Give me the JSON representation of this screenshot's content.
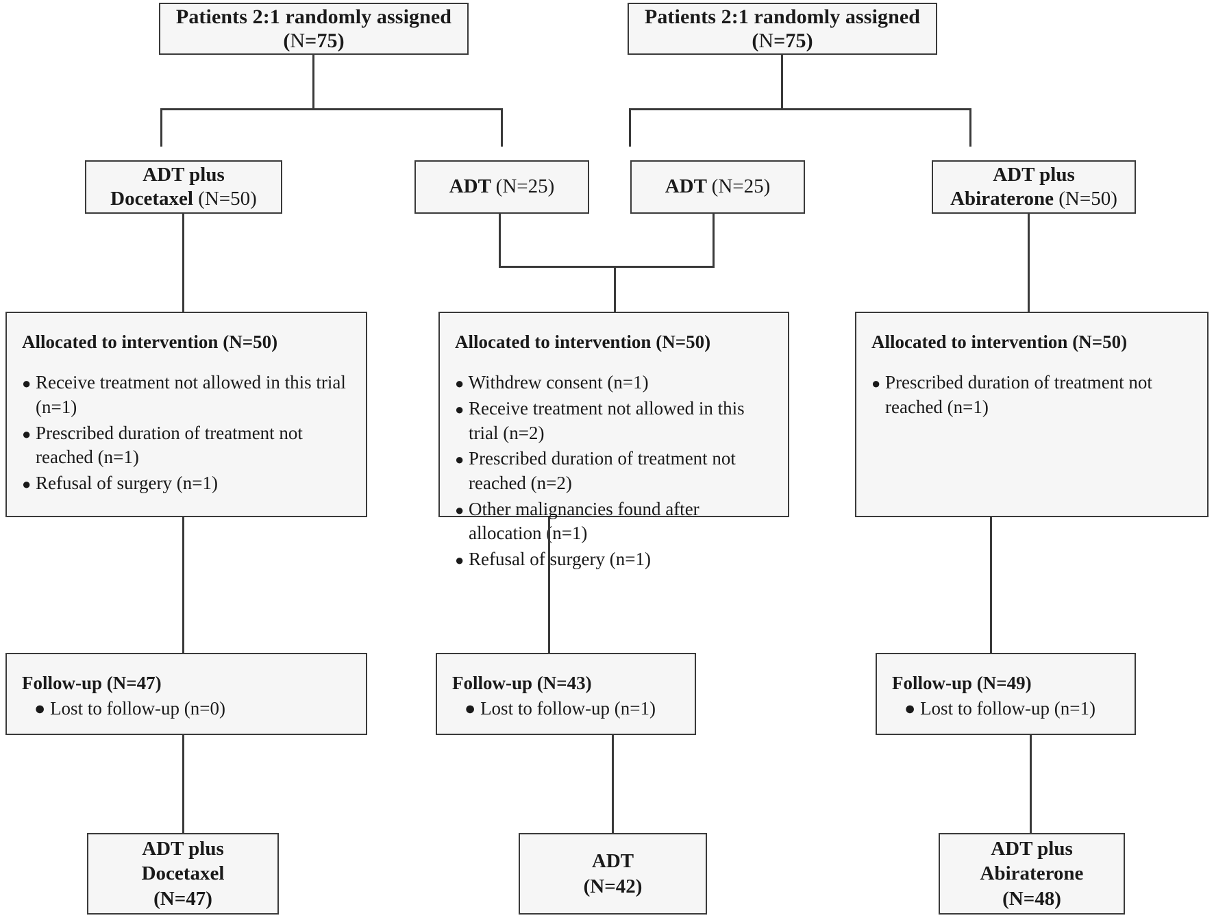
{
  "diagram": {
    "type": "consort-flow-diagram",
    "colors": {
      "box_fill": "#f6f6f6",
      "box_border": "#3a3a3a",
      "line": "#3a3a3a",
      "text": "#1a1a1a",
      "page_background": "#ffffff"
    },
    "bullet_glyph": "●"
  },
  "enrollment": {
    "left": {
      "line1": "Patients 2:1 randomly assigned",
      "line2_pre": "(",
      "line2_n": "N",
      "line2_post": "=75)"
    },
    "right": {
      "line1": "Patients 2:1 randomly assigned",
      "line2_pre": "(",
      "line2_n": "N",
      "line2_post": "=75)"
    }
  },
  "allocation_arms": {
    "arm1": {
      "line1": "ADT plus",
      "line2_bold": "Docetaxel ",
      "line2_reg": "(N=50)"
    },
    "arm2": {
      "bold": "ADT ",
      "reg": "(N=25)"
    },
    "arm3": {
      "bold": "ADT ",
      "reg": "(N=25)"
    },
    "arm4": {
      "line1": "ADT plus",
      "line2_bold": "Abiraterone ",
      "line2_reg": "(N=50)"
    }
  },
  "allocation": {
    "docetaxel": {
      "heading": "Allocated to intervention (N=50)",
      "bullets": [
        "Receive treatment not allowed in this trial (n=1)",
        "Prescribed duration of treatment not reached (n=1)",
        "Refusal of surgery (n=1)"
      ]
    },
    "adt": {
      "heading": "Allocated to intervention (N=50)",
      "bullets": [
        "Withdrew consent (n=1)",
        "Receive treatment not allowed in this trial (n=2)",
        "Prescribed duration of treatment not reached (n=2)",
        "Other malignancies found after allocation (n=1)",
        "Refusal of surgery (n=1)"
      ]
    },
    "abiraterone": {
      "heading": "Allocated to intervention (N=50)",
      "bullets": [
        "Prescribed duration of treatment not reached (n=1)"
      ]
    }
  },
  "followup": {
    "docetaxel": {
      "heading": "Follow-up (N=47)",
      "bullets": [
        "Lost to follow-up (n=0)"
      ]
    },
    "adt": {
      "heading": "Follow-up (N=43)",
      "bullets": [
        "Lost to follow-up (n=1)"
      ]
    },
    "abiraterone": {
      "heading": "Follow-up (N=49)",
      "bullets": [
        "Lost to follow-up (n=1)"
      ]
    }
  },
  "analysis": {
    "docetaxel": {
      "line1": "ADT plus",
      "line2": "Docetaxel",
      "line3": "(N=47)"
    },
    "adt": {
      "line1": "ADT",
      "line2": "(N=42)"
    },
    "abiraterone": {
      "line1": "ADT plus",
      "line2": "Abiraterone",
      "line3": "(N=48)"
    }
  }
}
